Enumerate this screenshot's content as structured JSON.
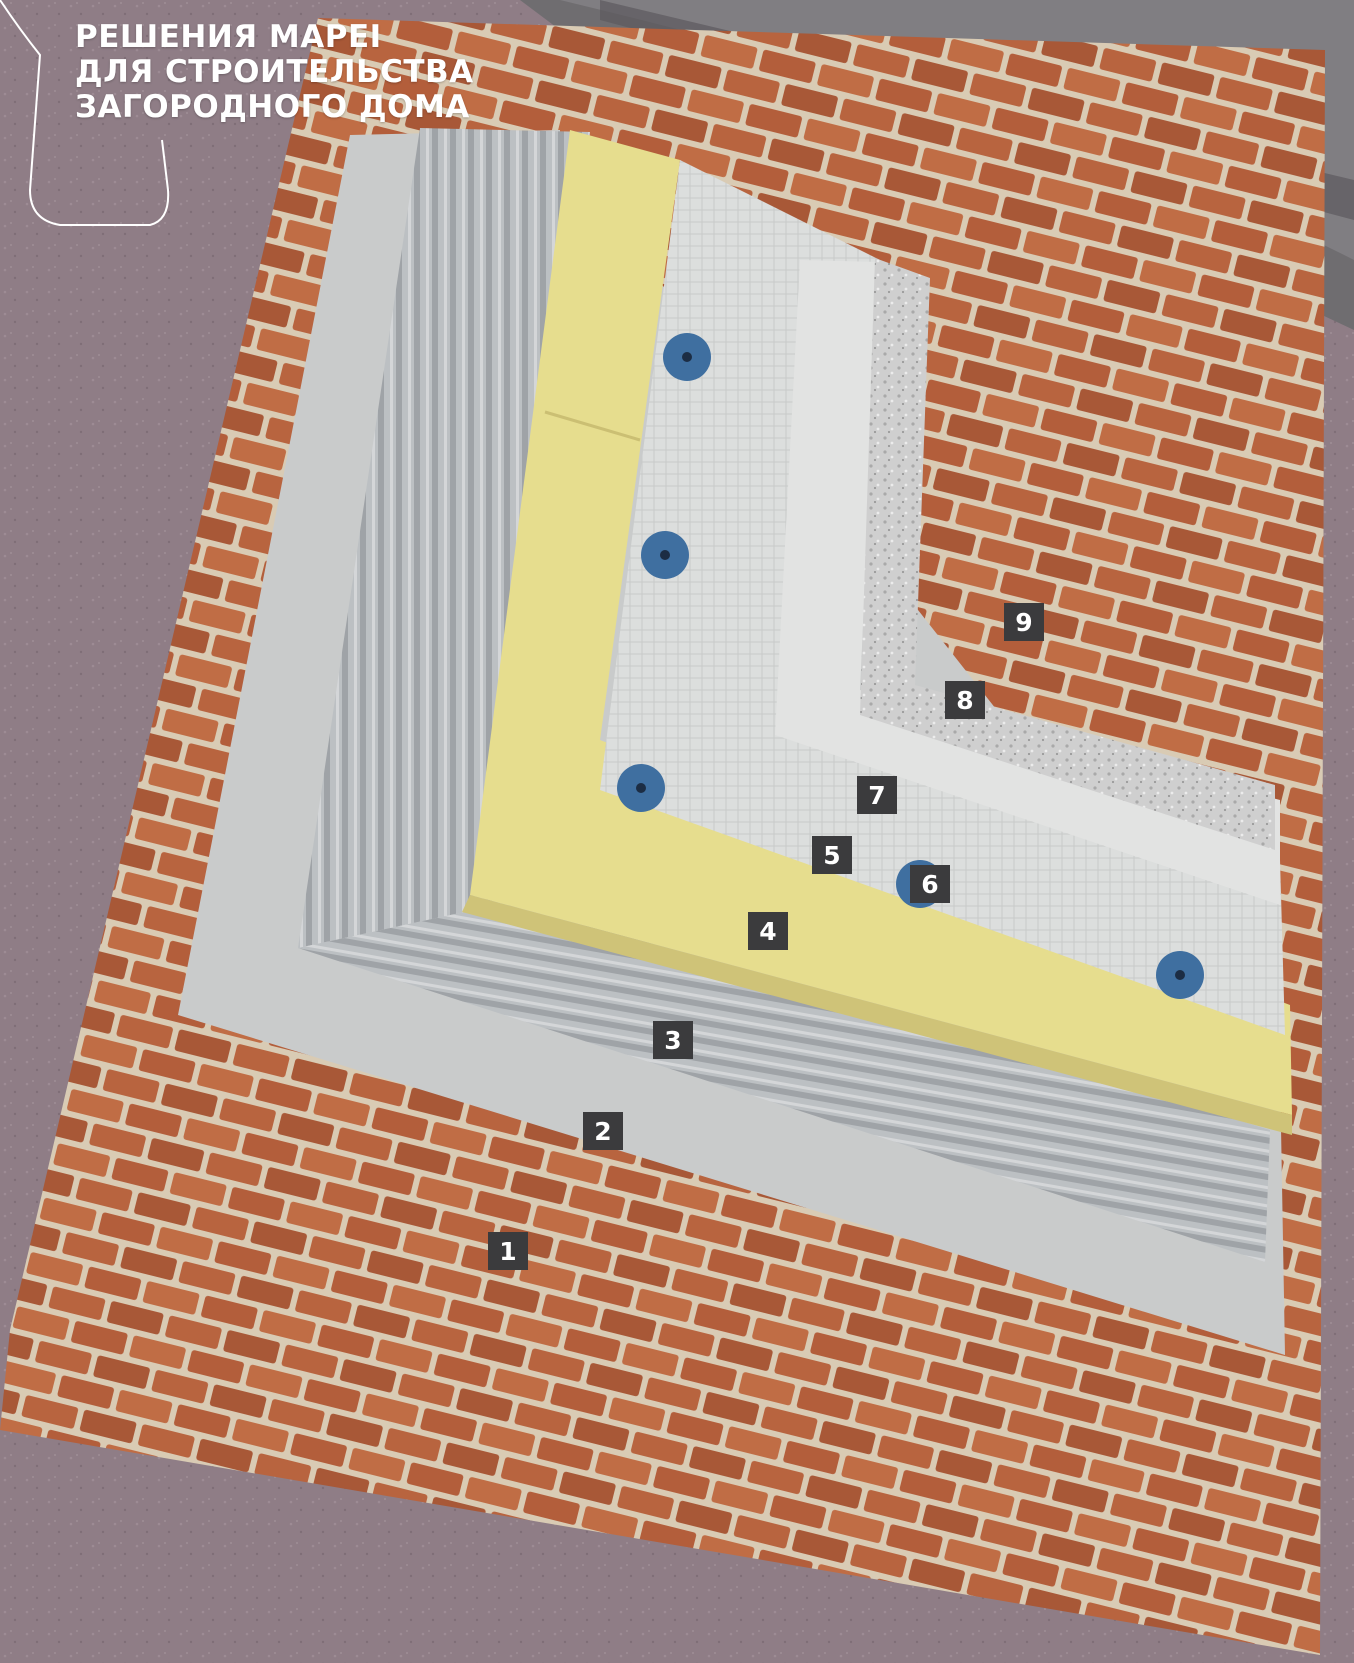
{
  "header": {
    "title_lines": [
      "РЕШЕНИЯ MAPEI",
      "ДЛЯ СТРОИТЕЛЬСТВА",
      "ЗАГОРОДНОГО ДОМА"
    ]
  },
  "markers": [
    {
      "label": "1"
    },
    {
      "label": "2"
    },
    {
      "label": "3"
    },
    {
      "label": "4"
    },
    {
      "label": "5"
    },
    {
      "label": "6"
    },
    {
      "label": "7"
    },
    {
      "label": "8"
    },
    {
      "label": "9"
    }
  ],
  "colors": {
    "facade_plaster": "#8f7d86",
    "brick": "#b8643f",
    "mortar": "#d9cbb4",
    "base_coat": "#c9cbcb",
    "ribbed_adhesive": "#b6b9bc",
    "insulation_board": "#e6dd8e",
    "mesh_layer": "#dcdedd",
    "anchor_plug": "#3f6fa0",
    "textured_finish": "#cfcfcf",
    "marker_bg": "#3b3b3d"
  }
}
